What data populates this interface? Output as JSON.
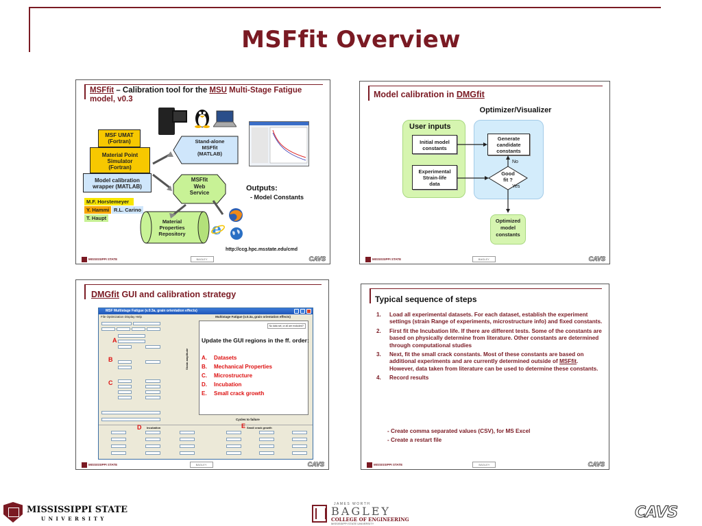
{
  "page": {
    "title": "MSFfit Overview"
  },
  "slide1": {
    "title_prefix": "MSFfit",
    "title_mid": " – Calibration tool for the ",
    "title_msu": "MSU",
    "title_rest": " Multi-Stage Fatigue model, v0.3",
    "box_umat_l1": "MSF UMAT",
    "box_umat_l2": "(Fortran)",
    "box_mps_l1": "Material Point",
    "box_mps_l2": "Simulator",
    "box_mps_l3": "(Fortran)",
    "box_wrap_l1": "Model calibration",
    "box_wrap_l2": "wrapper (MATLAB)",
    "standalone_l1": "Stand-alone",
    "standalone_l2": "MSFfit",
    "standalone_l3": "(MATLAB)",
    "web_l1": "MSFfit",
    "web_l2": "Web",
    "web_l3": "Service",
    "repo_l1": "Material",
    "repo_l2": "Properties",
    "repo_l3": "Repository",
    "outputs_title": "Outputs:",
    "outputs_item": "- Model Constants",
    "names": [
      "M.F. Horstemeyer",
      "Y. Hammi",
      "R.L. Carino",
      "T. Haupt"
    ],
    "url": "http://ccg.hpc.msstate.edu/cmd"
  },
  "slide2": {
    "title_prefix": "Model calibration in ",
    "title_link": "DMGfit",
    "subtitle": "Optimizer/Visualizer",
    "user_inputs": "User inputs",
    "initial_l1": "Initial model",
    "initial_l2": "constants",
    "exp_l1": "Experimental",
    "exp_l2": "Strain-life",
    "exp_l3": "data",
    "gen_l1": "Generate",
    "gen_l2": "candidate",
    "gen_l3": "constants",
    "good_l1": "Good",
    "good_l2": "fit ?",
    "no": "No",
    "yes": "Yes",
    "opt_l1": "Optimized",
    "opt_l2": "model",
    "opt_l3": "constants"
  },
  "slide3": {
    "title_link": "DMGfit",
    "title_rest": " GUI and calibration strategy",
    "window_title": "MSF  Multistage Fatigue (v.0.3a, grain orientation effects)",
    "menu": "File   Optimization   Display   Help",
    "plot_head": "Multistage Fatigue (v.0.3a, grain orientation effects)",
    "overlay_title": "Update the GUI regions  in the ff. order:",
    "regions": [
      {
        "letter": "A.",
        "label": "Datasets"
      },
      {
        "letter": "B.",
        "label": "Mechanical Properties"
      },
      {
        "letter": "C.",
        "label": "Microstructure"
      },
      {
        "letter": "D.",
        "label": "Incubation"
      },
      {
        "letter": "E.",
        "label": "Small crack growth"
      }
    ],
    "letters": {
      "a": "A",
      "b": "B",
      "c": "C",
      "d": "D",
      "e": "E"
    },
    "x_label": "Cycles to failure",
    "y_label": "Strain amplitude",
    "incubation_label": "Incubation",
    "small_crack_label": "Small crack growth",
    "legend_text": "No data set, or all are excluded?"
  },
  "slide4": {
    "title": "Typical sequence of steps",
    "steps": [
      {
        "n": "1.",
        "text": "Load all experimental datasets. For each dataset, establish the experiment settings (strain Range of experiments, microstructure info) and fixed constants."
      },
      {
        "n": "2.",
        "text": "First fit the Incubation life. If there are different tests.  Some of the constants are based on physically determine from literature.  Other constants are determined through computational studies"
      },
      {
        "n": "3.",
        "pre": "Next, fit the small crack constants.  Most of these constants are based on additional experiments and are currently determined outside of ",
        "link": "MSFfit",
        "post": ".  However, data taken from literature can be used to determine these constants."
      },
      {
        "n": "4.",
        "text": "Record results"
      }
    ],
    "sub1": "- Create comma separated values (CSV), for MS Excel",
    "sub2": "- Create a restart file"
  },
  "footer": {
    "msu_l1": "MISSISSIPPI STATE",
    "msu_l2": "UNIVERSITY",
    "bagley_top": "JAMES WORTH",
    "bagley_l1": "BAGLEY",
    "bagley_l2": "COLLEGE OF ENGINEERING",
    "bagley_l3": "MISSISSIPPI STATE UNIVERSITY",
    "cavs": "CAVS"
  },
  "colors": {
    "maroon": "#7a1a23",
    "yellow": "#f7c800",
    "light_blue": "#cfe6fb",
    "light_green": "#c8f296",
    "red": "#dd1111"
  }
}
